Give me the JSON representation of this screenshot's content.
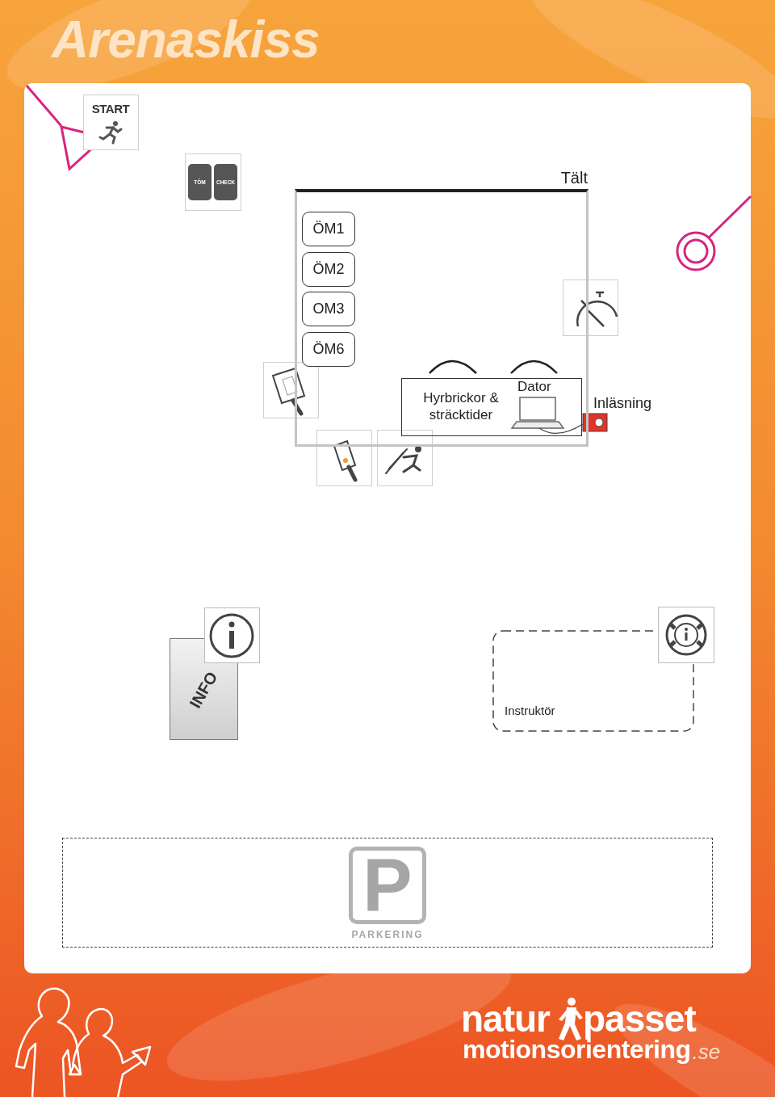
{
  "diagram": {
    "title": "Arenaskiss",
    "nodes": [
      {
        "text": [
          "START"
        ]
      },
      {
        "text": [
          "TÖM"
        ]
      },
      {
        "text": [
          "CHECK"
        ]
      },
      {
        "text": [
          "Tält"
        ]
      },
      {
        "text": [
          "ÖM1"
        ],
        "in": 3
      },
      {
        "text": [
          "ÖM2"
        ],
        "in": 3
      },
      {
        "text": [
          "OM3"
        ],
        "in": 3
      },
      {
        "text": [
          "ÖM6"
        ],
        "in": 3
      },
      {
        "text": [
          "Hyrbrickor & sträcktider",
          "Dator"
        ],
        "in": 3
      },
      {
        "text": [
          "INFO"
        ]
      },
      {
        "text": [
          "Instruktör"
        ]
      },
      {
        "text": [
          "P",
          "PARKERING"
        ]
      }
    ],
    "labels": [
      "Inläsning",
      "natur",
      "passet",
      "motionsorientering",
      ".se"
    ]
  }
}
